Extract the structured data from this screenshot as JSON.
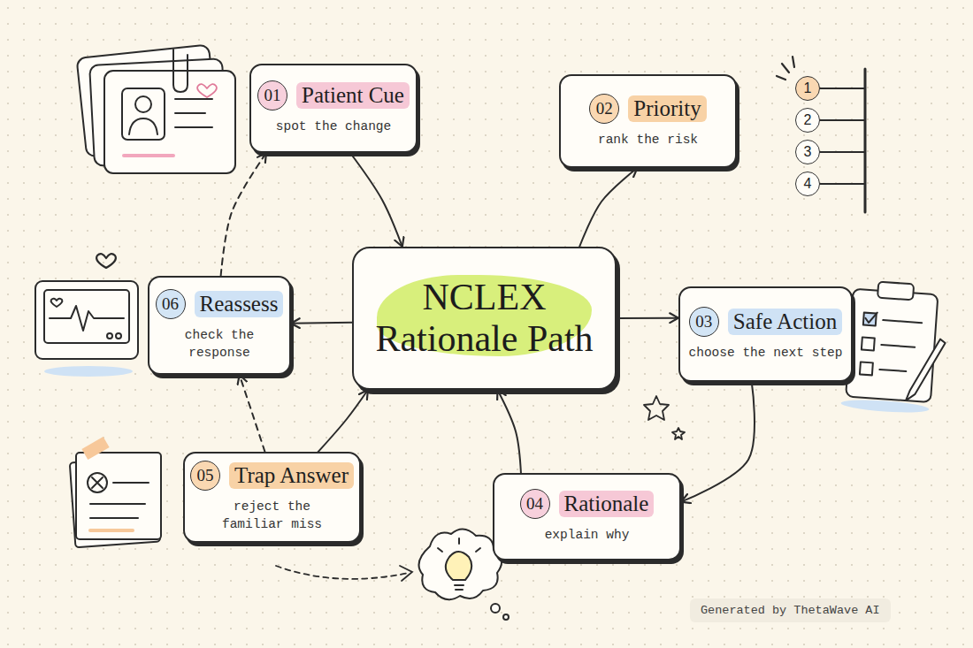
{
  "diagram": {
    "nodes": [
      {
        "text": [
          "01",
          "Patient Cue",
          "spot the change"
        ]
      },
      {
        "text": [
          "02",
          "Priority",
          "rank the risk"
        ]
      },
      {
        "text": [
          "06",
          "Reassess",
          "check the response"
        ]
      },
      {
        "text": [
          "NCLEX Rationale Path"
        ]
      },
      {
        "text": [
          "03",
          "Safe Action",
          "choose the next step"
        ]
      },
      {
        "text": [
          "05",
          "Trap Answer",
          "reject the familiar miss"
        ]
      },
      {
        "text": [
          "04",
          "Rationale",
          "explain why"
        ]
      }
    ],
    "edges": [
      {
        "from": 0,
        "to": 3,
        "arrow": "to"
      },
      {
        "from": 3,
        "to": 1,
        "arrow": "to"
      },
      {
        "from": 3,
        "to": 4,
        "arrow": "to"
      },
      {
        "from": 4,
        "to": 6,
        "arrow": "to"
      },
      {
        "from": 6,
        "to": 3,
        "arrow": "to"
      },
      {
        "from": 5,
        "to": 3,
        "arrow": "to"
      },
      {
        "from": 3,
        "to": 2,
        "arrow": "to"
      },
      {
        "from": 5,
        "to": 2,
        "arrow": "to"
      },
      {
        "from": 2,
        "to": 0,
        "arrow": "to"
      }
    ],
    "labels": [
      "1",
      "2",
      "3",
      "4",
      "Generated by ThetaWave AI"
    ]
  }
}
